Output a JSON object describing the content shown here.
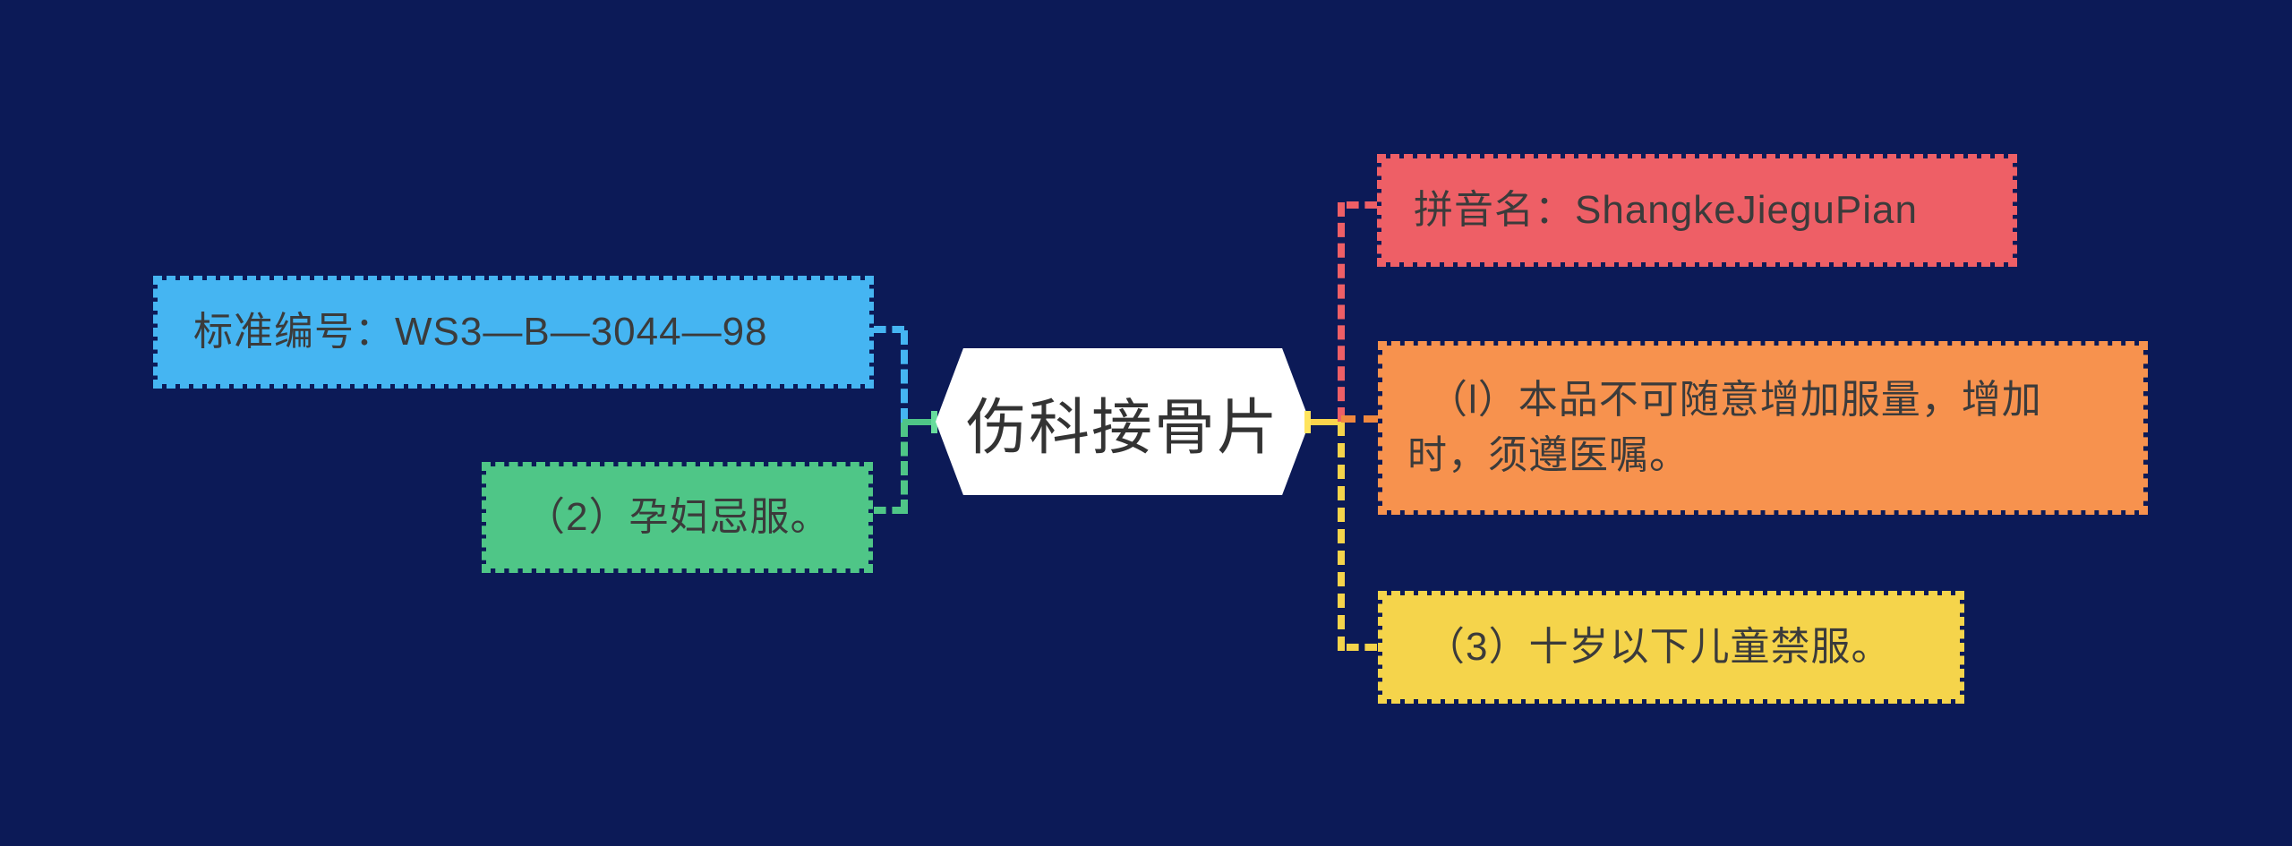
{
  "canvas": {
    "background": "#0c1a57"
  },
  "center": {
    "label": "伤科接骨片",
    "fill": "#ffffff",
    "text_color": "#333333"
  },
  "nodes": {
    "standard": {
      "label": "标准编号：WS3—B—3044—98",
      "color": "#45b5f2"
    },
    "pregnancy": {
      "label": "（2）孕妇忌服。",
      "color": "#4fc687"
    },
    "pinyin": {
      "label": "拼音名：ShangkeJieguPian",
      "color": "#ee5f66"
    },
    "dosage": {
      "label": "　（l）本品不可随意增加服量，增加时，须遵医嘱。",
      "color": "#f7924e"
    },
    "children": {
      "label": "（3）十岁以下儿童禁服。",
      "color": "#f5d44b"
    }
  },
  "connectors": {
    "left_top": "#45b5f2",
    "left_bottom": "#4fc687",
    "left_junction": "#4fc687",
    "left_tick": "#67dc9c",
    "right_top": "#ee5f66",
    "right_bottom": "#f5d44b",
    "right_junction": "#fbd44c",
    "right_mid_stub": "#f0883f",
    "right_tick": "#ffe45e"
  },
  "text_color": "#3b3b3b"
}
